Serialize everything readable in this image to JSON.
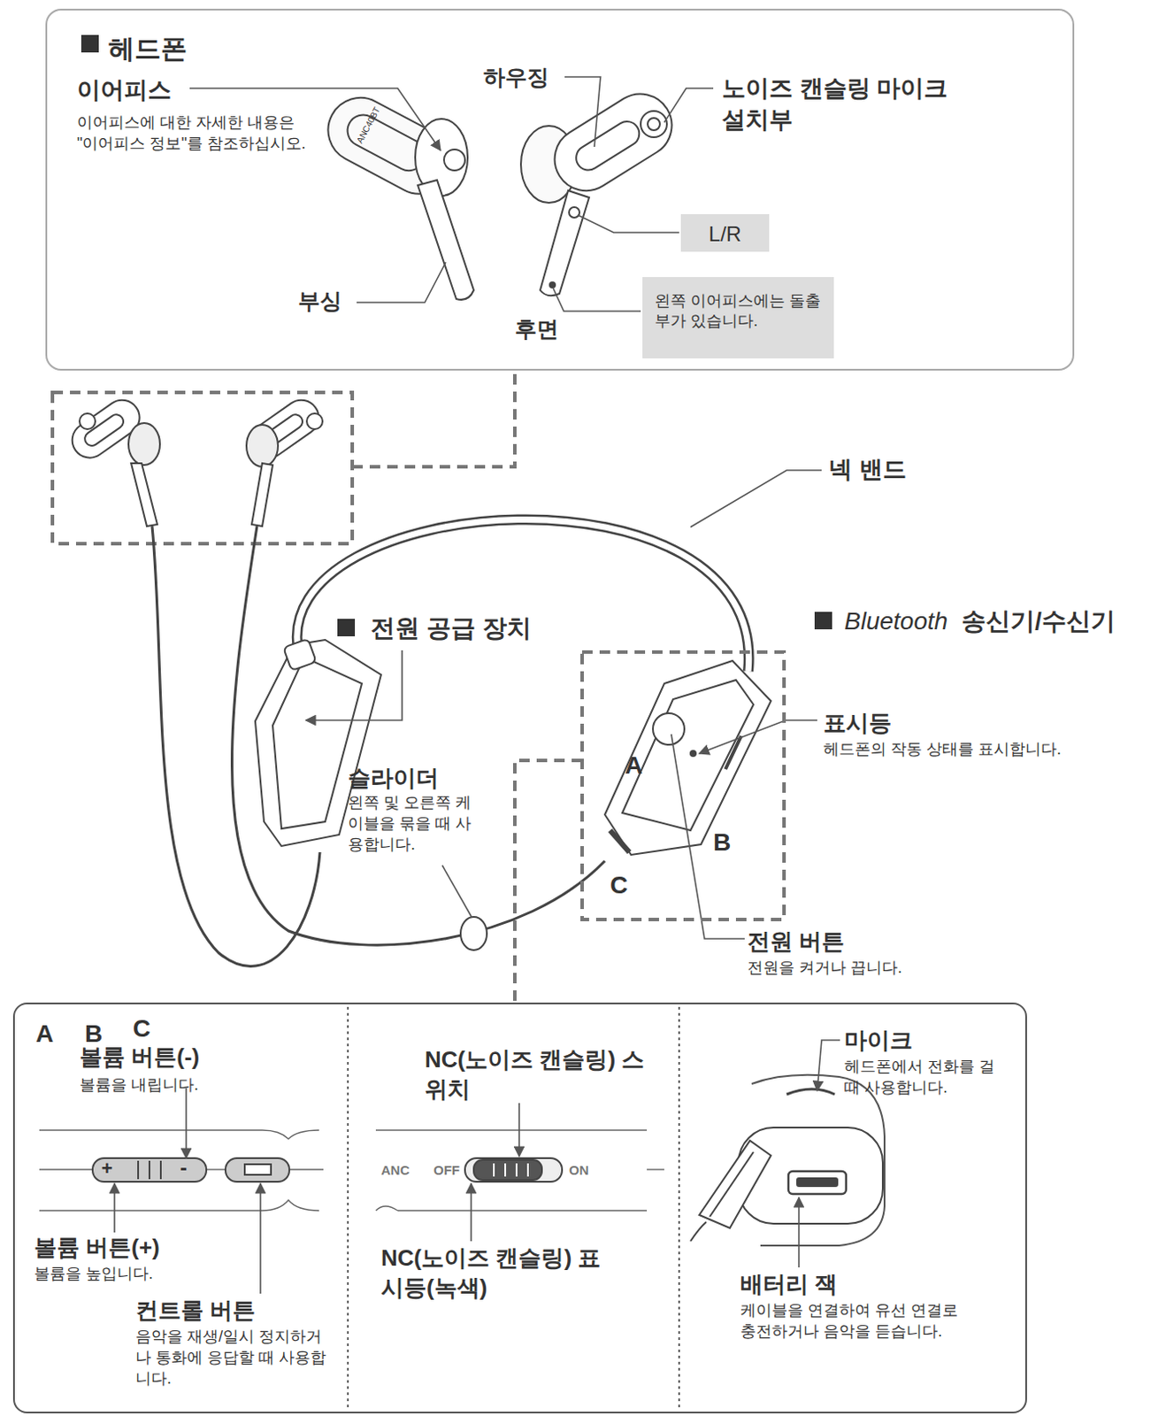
{
  "diagram": {
    "nodes": [
      {
        "text": [
          "헤드폰"
        ]
      },
      {
        "text": [
          "L/R"
        ],
        "in": 0
      },
      {
        "text": [
          "왼쪽 이어피스에는 돌출부가 있습니다."
        ],
        "in": 0
      },
      {
        "text": [
          "A",
          "B",
          "C"
        ]
      }
    ],
    "labels": [
      "이어피스",
      "이어피스에 대한 자세한 내용은 \"이어피스 정보\"를 참조하십시오.",
      "하우징",
      "노이즈 캔슬링 마이크 설치부",
      "부싱",
      "후면",
      "ANC40BT",
      "넥 밴드",
      "전원 공급 장치",
      "Bluetooth",
      "송신기/수신기",
      "표시등",
      "헤드폰의 작동 상태를 표시합니다.",
      "A",
      "B",
      "C",
      "슬라이더",
      "왼쪽 및 오른쪽 케이블을 묶을 때 사용합니다.",
      "전원 버튼",
      "전원을 켜거나 끕니다.",
      "볼륨 버튼(-)",
      "볼륨을 내립니다.",
      "+",
      "-",
      "볼륨 버튼(+)",
      "볼륨을 높입니다.",
      "컨트롤 버튼",
      "음악을 재생/일시 정지하거나 통화에 응답할 때 사용합니다.",
      "NC(노이즈 캔슬링) 스위치",
      "ANC",
      "OFF",
      "ON",
      "NC(노이즈 캔슬링) 표시등(녹색)",
      "마이크",
      "헤드폰에서 전화를 걸 때 사용합니다.",
      "배터리 잭",
      "케이블을 연결하여 유선 연결로 충전하거나 음악을 듣습니다."
    ]
  }
}
